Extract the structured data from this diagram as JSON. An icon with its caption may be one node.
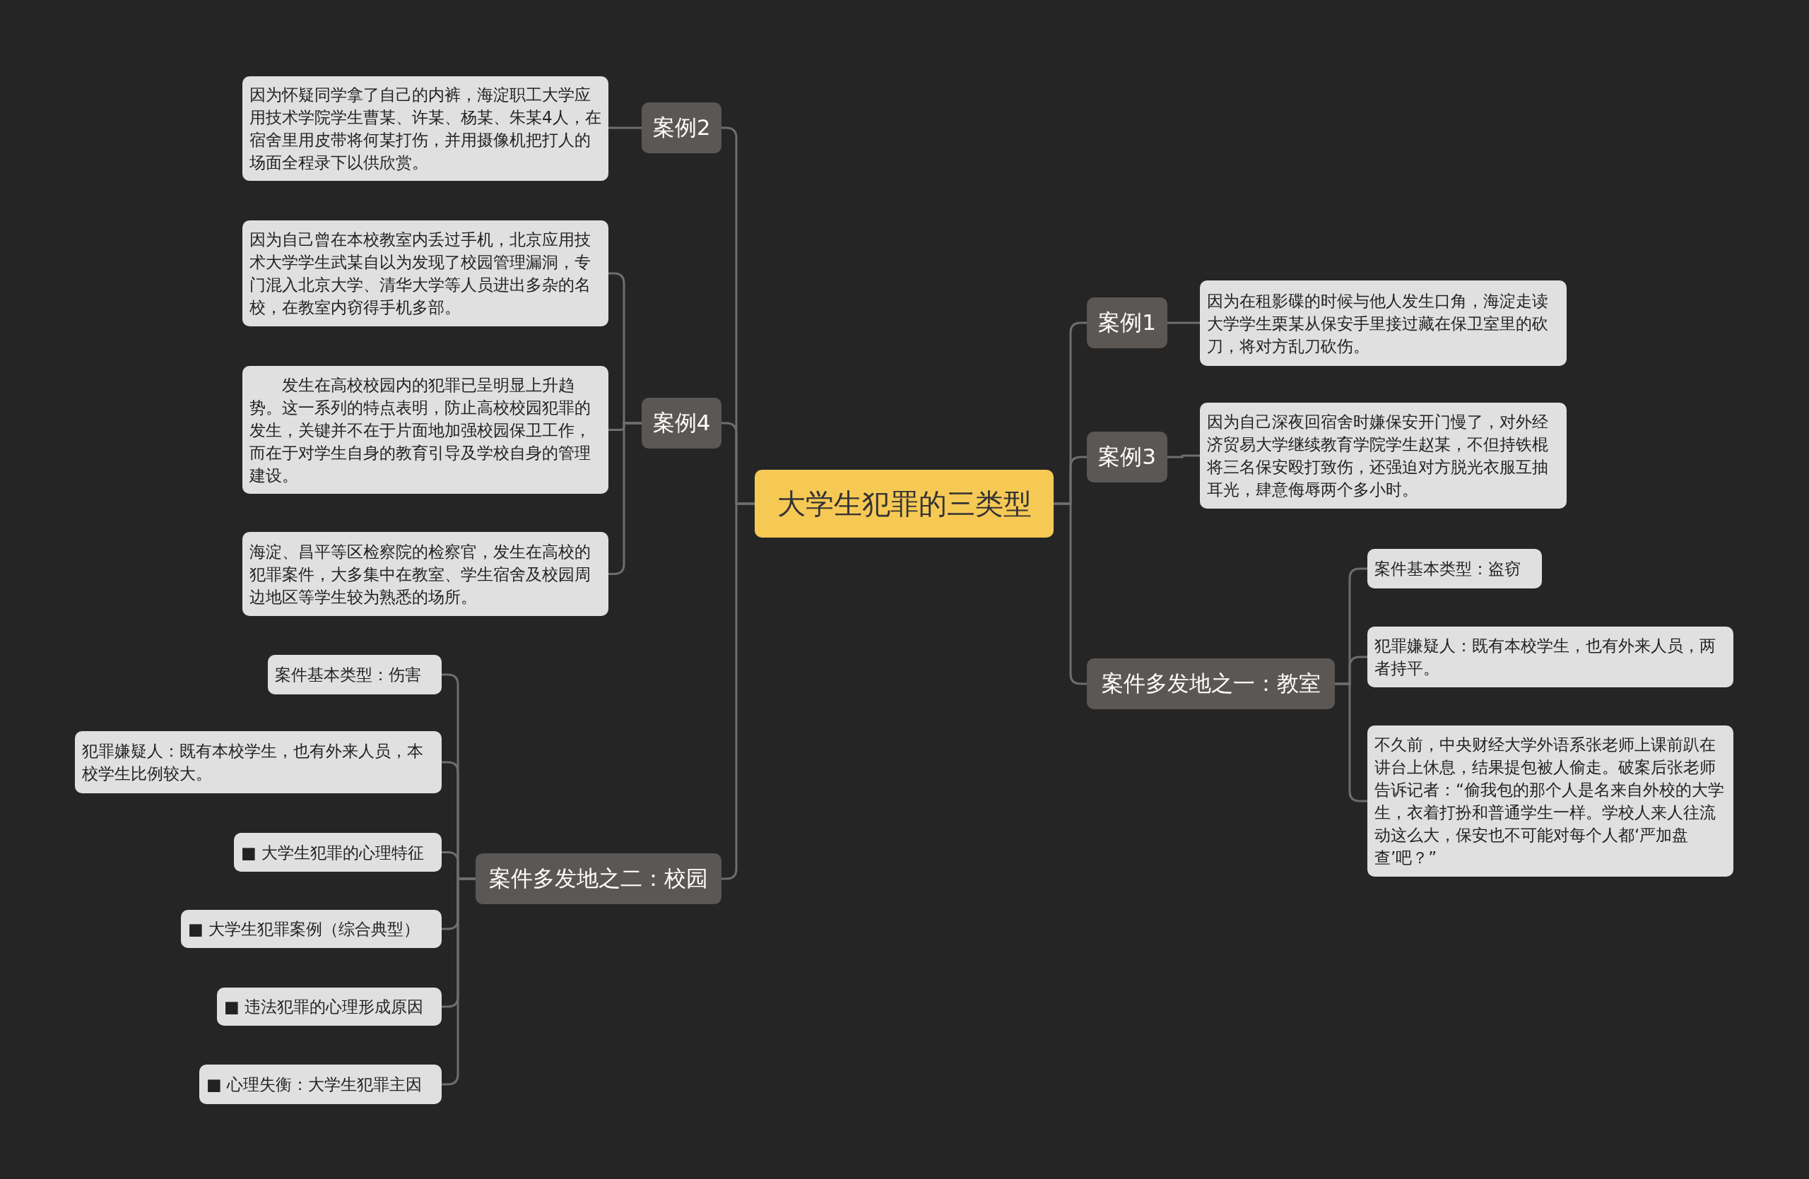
{
  "diagram": {
    "nodes": [
      {
        "text": [
          "大学生犯罪的三类型"
        ]
      },
      {
        "text": [
          "案例2"
        ]
      },
      {
        "text": [
          "因为怀疑同学拿了自己的内裤，海淀职工大学应用技术学院学生曹某、许某、杨某、朱某4人，在宿舍里用皮带将何某打伤，并用摄像机把打人的场面全程录下以供欣赏。"
        ]
      },
      {
        "text": [
          "案例4"
        ]
      },
      {
        "text": [
          "因为自己曾在本校教室内丢过手机，北京应用技术大学学生武某自以为发现了校园管理漏洞，专门混入北京大学、清华大学等人员进出多杂的名校，在教室内窃得手机多部。"
        ]
      },
      {
        "text": [
          "发生在高校校园内的犯罪已呈明显上升趋势。这一系列的特点表明，防止高校校园犯罪的发生，关键并不在于片面地加强校园保卫工作，而在于对学生自身的教育引导及学校自身的管理建设。"
        ]
      },
      {
        "text": [
          "海淀、昌平等区检察院的检察官，发生在高校的犯罪案件，大多集中在教室、学生宿舍及校园周边地区等学生较为熟悉的场所。"
        ]
      },
      {
        "text": [
          "案件多发地之二：校园"
        ]
      },
      {
        "text": [
          "案件基本类型：伤害"
        ]
      },
      {
        "text": [
          "犯罪嫌疑人：既有本校学生，也有外来人员，本校学生比例较大。"
        ]
      },
      {
        "text": [
          "■ 大学生犯罪的心理特征"
        ]
      },
      {
        "text": [
          "■ 大学生犯罪案例（综合典型）"
        ]
      },
      {
        "text": [
          "■ 违法犯罪的心理形成原因"
        ]
      },
      {
        "text": [
          "■ 心理失衡：大学生犯罪主因"
        ]
      },
      {
        "text": [
          "案例1"
        ]
      },
      {
        "text": [
          "因为在租影碟的时候与他人发生口角，海淀走读大学学生栗某从保安手里接过藏在保卫室里的砍刀，将对方乱刀砍伤。"
        ]
      },
      {
        "text": [
          "案例3"
        ]
      },
      {
        "text": [
          "因为自己深夜回宿舍时嫌保安开门慢了，对外经济贸易大学继续教育学院学生赵某，不但持铁棍将三名保安殴打致伤，还强迫对方脱光衣服互抽耳光，肆意侮辱两个多小时。"
        ]
      },
      {
        "text": [
          "案件多发地之一：教室"
        ]
      },
      {
        "text": [
          "案件基本类型：盗窃"
        ]
      },
      {
        "text": [
          "犯罪嫌疑人：既有本校学生，也有外来人员，两者持平。"
        ]
      },
      {
        "text": [
          "不久前，中央财经大学外语系张老师上课前趴在讲台上休息，结果提包被人偷走。破案后张老师告诉记者：“偷我包的那个人是名来自外校的大学生，衣着打扮和普通学生一样。学校人来人往流动这么大，保安也不可能对每个人都‘严加盘查’吧？”"
        ]
      }
    ],
    "edges": [
      {
        "from": 0,
        "to": 1,
        "arrow": "none"
      },
      {
        "from": 0,
        "to": 3,
        "arrow": "none"
      },
      {
        "from": 0,
        "to": 7,
        "arrow": "none"
      },
      {
        "from": 0,
        "to": 14,
        "arrow": "none"
      },
      {
        "from": 0,
        "to": 16,
        "arrow": "none"
      },
      {
        "from": 0,
        "to": 18,
        "arrow": "none"
      },
      {
        "from": 1,
        "to": 2,
        "arrow": "none"
      },
      {
        "from": 3,
        "to": 4,
        "arrow": "none"
      },
      {
        "from": 3,
        "to": 5,
        "arrow": "none"
      },
      {
        "from": 3,
        "to": 6,
        "arrow": "none"
      },
      {
        "from": 7,
        "to": 8,
        "arrow": "none"
      },
      {
        "from": 7,
        "to": 9,
        "arrow": "none"
      },
      {
        "from": 7,
        "to": 10,
        "arrow": "none"
      },
      {
        "from": 7,
        "to": 11,
        "arrow": "none"
      },
      {
        "from": 7,
        "to": 12,
        "arrow": "none"
      },
      {
        "from": 7,
        "to": 13,
        "arrow": "none"
      },
      {
        "from": 14,
        "to": 15,
        "arrow": "none"
      },
      {
        "from": 16,
        "to": 17,
        "arrow": "none"
      },
      {
        "from": 18,
        "to": 19,
        "arrow": "none"
      },
      {
        "from": 18,
        "to": 20,
        "arrow": "none"
      },
      {
        "from": 18,
        "to": 21,
        "arrow": "none"
      }
    ]
  }
}
